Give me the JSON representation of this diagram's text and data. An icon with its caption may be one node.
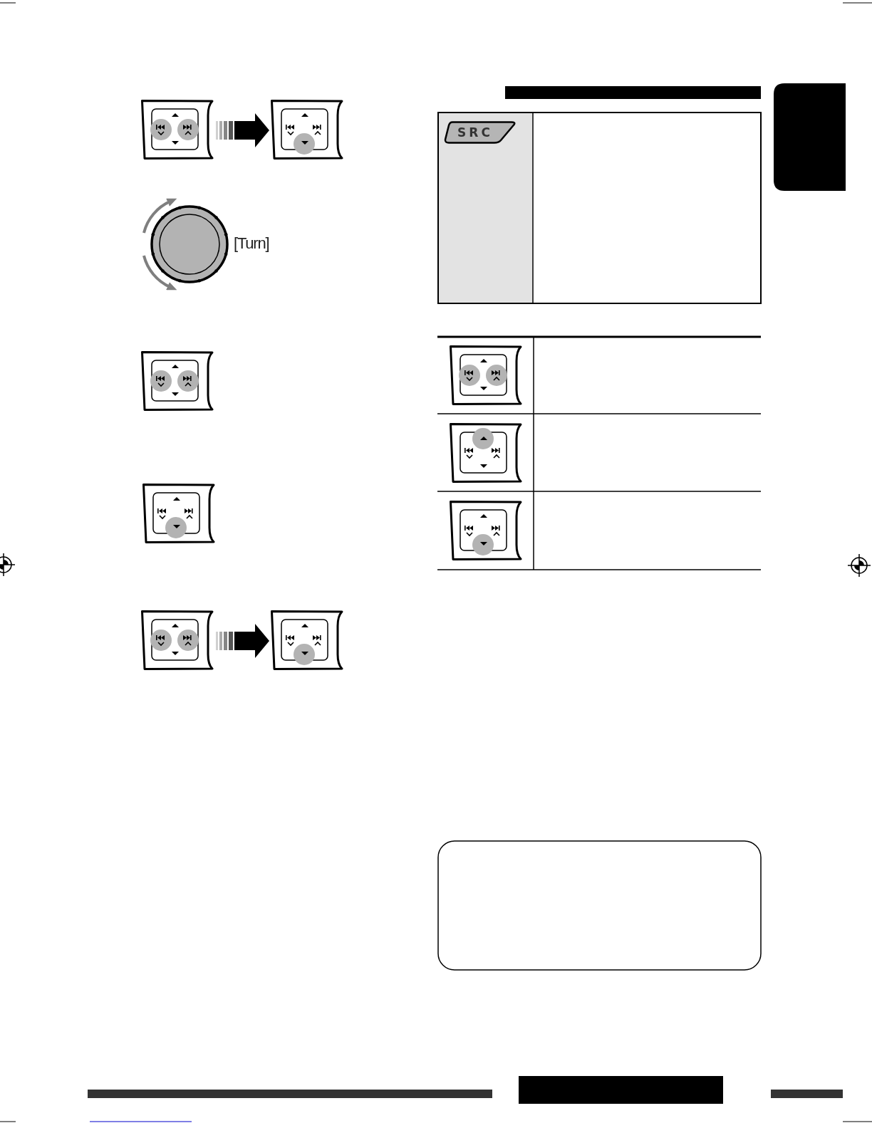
{
  "diagram": {
    "nodes": [
      {
        "text": [],
        "shape": "picture"
      },
      {
        "text": [],
        "shape": "picture"
      },
      {
        "text": [],
        "shape": "picture"
      },
      {
        "text": [],
        "shape": "picture"
      },
      {
        "text": [],
        "shape": "bar"
      },
      {
        "text": [
          "SRC"
        ]
      }
    ],
    "edges": [
      {
        "from": 0,
        "to": 1,
        "arrow": "to"
      },
      {
        "from": 2,
        "to": 3,
        "arrow": "to"
      }
    ],
    "labels": [
      "[Turn]"
    ]
  }
}
